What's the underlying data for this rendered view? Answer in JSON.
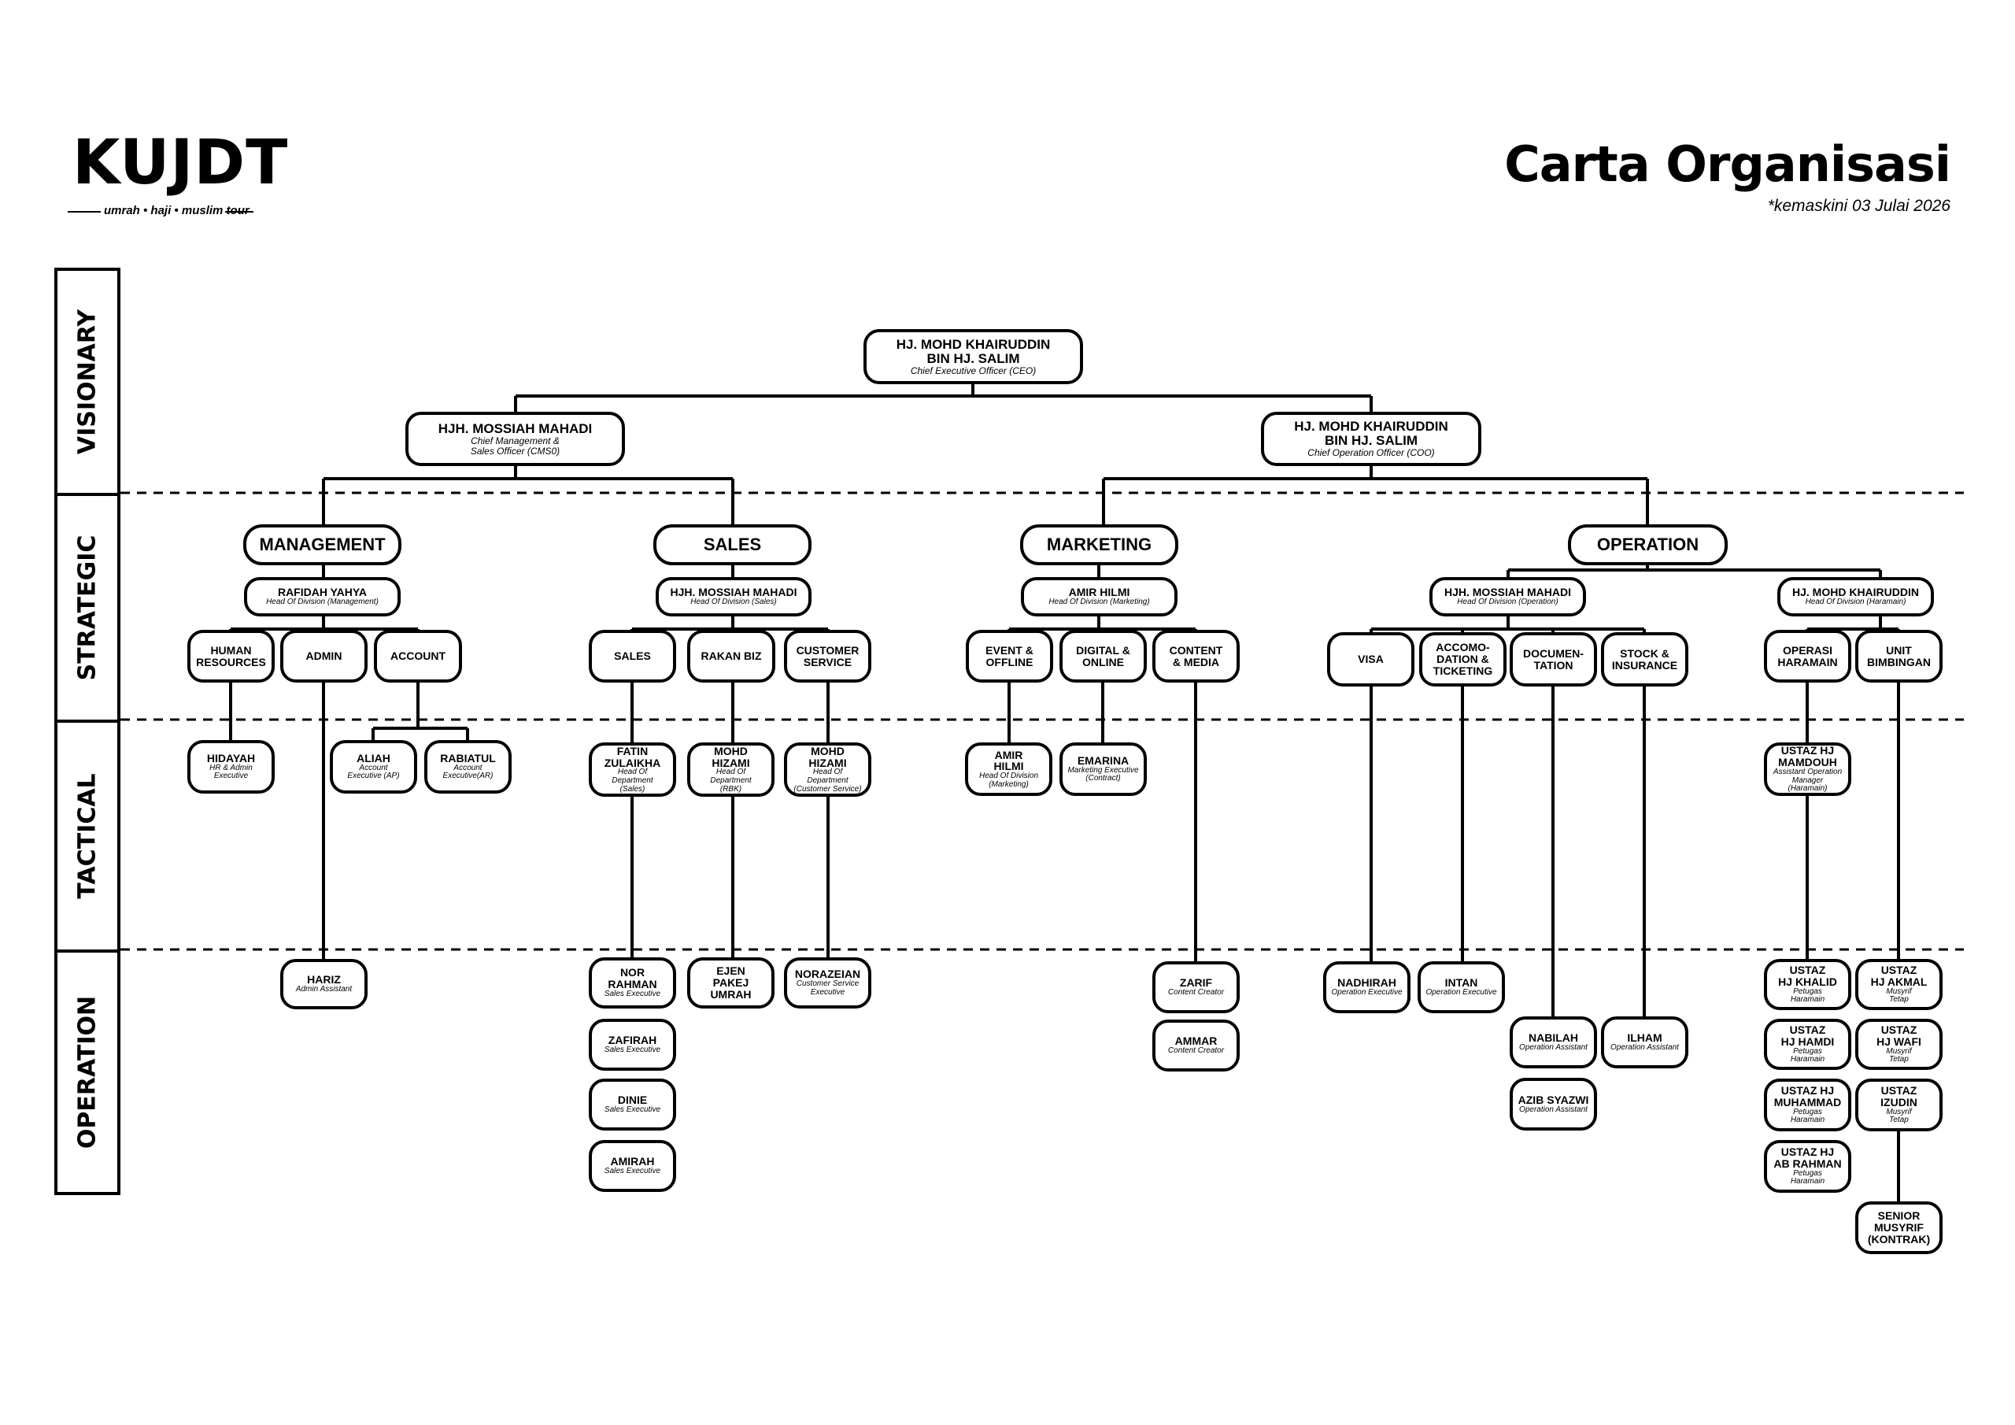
{
  "header": {
    "logo_text": "KUJDT",
    "logo_tagline": "umrah • haji • muslim tour",
    "title": "Carta Organisasi",
    "updated": "*kemaskini 03 Julai 2026"
  },
  "levels": [
    "VISIONARY",
    "STRATEGIC",
    "TACTICAL",
    "OPERATION"
  ],
  "nodes": {
    "ceo": {
      "name": "HJ. MOHD KHAIRUDDIN\nBIN HJ. SALIM",
      "role": "Chief Executive Officer (CEO)"
    },
    "cmso": {
      "name": "HJH. MOSSIAH MAHADI",
      "role": "Chief Management &\nSales Officer (CMS0)"
    },
    "coo": {
      "name": "HJ. MOHD KHAIRUDDIN\nBIN HJ. SALIM",
      "role": "Chief Operation Officer (COO)"
    },
    "div_management": {
      "name": "MANAGEMENT"
    },
    "div_sales": {
      "name": "SALES"
    },
    "div_marketing": {
      "name": "MARKETING"
    },
    "div_operation": {
      "name": "OPERATION"
    },
    "hod_management": {
      "name": "RAFIDAH YAHYA",
      "role": "Head Of Division (Management)"
    },
    "hod_sales": {
      "name": "HJH. MOSSIAH MAHADI",
      "role": "Head Of Division (Sales)"
    },
    "hod_marketing": {
      "name": "AMIR HILMI",
      "role": "Head Of Division (Marketing)"
    },
    "hod_operation": {
      "name": "HJH. MOSSIAH MAHADI",
      "role": "Head Of Division (Operation)"
    },
    "hod_haramain": {
      "name": "HJ. MOHD KHAIRUDDIN",
      "role": "Head Of Division (Haramain)"
    },
    "u_hr": {
      "name": "HUMAN\nRESOURCES"
    },
    "u_admin": {
      "name": "ADMIN"
    },
    "u_account": {
      "name": "ACCOUNT"
    },
    "u_sales": {
      "name": "SALES"
    },
    "u_rakan": {
      "name": "RAKAN BIZ"
    },
    "u_cs": {
      "name": "CUSTOMER\nSERVICE"
    },
    "u_event": {
      "name": "EVENT &\nOFFLINE"
    },
    "u_digital": {
      "name": "DIGITAL &\nONLINE"
    },
    "u_content": {
      "name": "CONTENT\n& MEDIA"
    },
    "u_visa": {
      "name": "VISA"
    },
    "u_accom": {
      "name": "ACCOMO-\nDATION &\nTICKETING"
    },
    "u_docu": {
      "name": "DOCUMEN-\nTATION"
    },
    "u_stock": {
      "name": "STOCK &\nINSURANCE"
    },
    "u_haramain": {
      "name": "OPERASI\nHARAMAIN"
    },
    "u_bimbingan": {
      "name": "UNIT\nBIMBINGAN"
    },
    "t_hidayah": {
      "name": "HIDAYAH",
      "role": "HR & Admin\nExecutive"
    },
    "t_aliah": {
      "name": "ALIAH",
      "role": "Account\nExecutive (AP)"
    },
    "t_rabiatul": {
      "name": "RABIATUL",
      "role": "Account\nExecutive(AR)"
    },
    "t_fatin": {
      "name": "FATIN\nZULAIKHA",
      "role": "Head Of Department\n(Sales)"
    },
    "t_hizami1": {
      "name": "MOHD\nHIZAMI",
      "role": "Head Of Department\n(RBK)"
    },
    "t_hizami2": {
      "name": "MOHD\nHIZAMI",
      "role": "Head Of Department\n(Customer Service)"
    },
    "t_amir": {
      "name": "AMIR\nHILMI",
      "role": "Head Of Division\n(Marketing)"
    },
    "t_emarina": {
      "name": "EMARINA",
      "role": "Marketing Executive\n(Contract)"
    },
    "t_mamdouh": {
      "name": "USTAZ HJ\nMAMDOUH",
      "role": "Assistant Operation\nManager (Haramain)"
    },
    "o_hariz": {
      "name": "HARIZ",
      "role": "Admin Assistant"
    },
    "o_norrahman": {
      "name": "NOR RAHMAN",
      "role": "Sales Executive"
    },
    "o_zafirah": {
      "name": "ZAFIRAH",
      "role": "Sales Executive"
    },
    "o_dinie": {
      "name": "DINIE",
      "role": "Sales Executive"
    },
    "o_amirah": {
      "name": "AMIRAH",
      "role": "Sales Executive"
    },
    "o_ejen": {
      "name": "EJEN\nPAKEJ\nUMRAH"
    },
    "o_norazeian": {
      "name": "NORAZEIAN",
      "role": "Customer Service\nExecutive"
    },
    "o_zarif": {
      "name": "ZARIF",
      "role": "Content Creator"
    },
    "o_ammar": {
      "name": "AMMAR",
      "role": "Content Creator"
    },
    "o_nadhirah": {
      "name": "NADHIRAH",
      "role": "Operation Executive"
    },
    "o_intan": {
      "name": "INTAN",
      "role": "Operation Executive"
    },
    "o_nabilah": {
      "name": "NABILAH",
      "role": "Operation Assistant"
    },
    "o_azib": {
      "name": "AZIB SYAZWI",
      "role": "Operation Assistant"
    },
    "o_ilham": {
      "name": "ILHAM",
      "role": "Operation Assistant"
    },
    "o_khalid": {
      "name": "USTAZ\nHJ KHALID",
      "role": "Petugas\nHaramain"
    },
    "o_hamdi": {
      "name": "USTAZ\nHJ HAMDI",
      "role": "Petugas\nHaramain"
    },
    "o_muhammad": {
      "name": "USTAZ HJ\nMUHAMMAD",
      "role": "Petugas\nHaramain"
    },
    "o_abrahman": {
      "name": "USTAZ HJ\nAB RAHMAN",
      "role": "Petugas\nHaramain"
    },
    "o_akmal": {
      "name": "USTAZ\nHJ AKMAL",
      "role": "Musyrif\nTetap"
    },
    "o_wafi": {
      "name": "USTAZ\nHJ WAFI",
      "role": "Musyrif\nTetap"
    },
    "o_izudin": {
      "name": "USTAZ\nIZUDIN",
      "role": "Musyrif\nTetap"
    },
    "o_senior": {
      "name": "SENIOR\nMUSYRIF\n(KONTRAK)"
    }
  }
}
